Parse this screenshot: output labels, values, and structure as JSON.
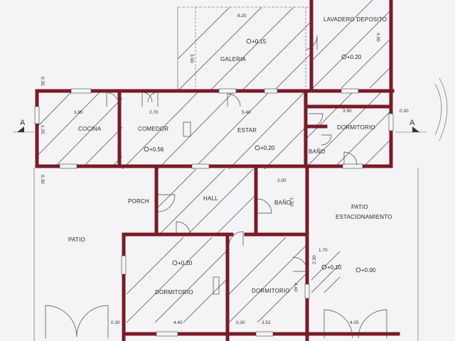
{
  "rooms": {
    "lavadero": "LAVADERO DEPOSITO",
    "galeria": "GALERIA",
    "cocina": "COCINA",
    "comedor": "COMEDOR",
    "estar": "ESTAR",
    "dormitorio_ne": "DORMITORIO",
    "bano_small": "BAÑO",
    "porch": "PORCH",
    "hall": "HALL",
    "bano_center": "BAÑO",
    "patio_est": "PATIO",
    "estacionamiento": "ESTACIONAMIENTO",
    "patio_left": "PATIO",
    "dormitorio_sw": "DORMITORIO",
    "dormitorio_s": "DORMITORIO"
  },
  "levels": {
    "galeria": "+0.15",
    "lavadero": "+0.20",
    "comedor": "+0.56",
    "estar": "+0.20",
    "dormitorio_sw": "+0.20",
    "patio_step": "+0.10",
    "patio_est": "+0.00"
  },
  "dimensions": {
    "galeria_w": "8.20",
    "galeria_h": "3.90",
    "lavadero_h": "4.90",
    "cocina_w": "3.85",
    "comedor_w": "2.70",
    "estar_w": "5.40",
    "dorm_ne_w": "3.90",
    "right_030": "0.30",
    "left_030_top": "0.30",
    "left_125": "1.25",
    "left_030_mid": "0.30",
    "bano_w": "2.00",
    "bano_h": "1.50",
    "bottom_030_a": "0.30",
    "bottom_440": "4.40",
    "bottom_030_b": "0.30",
    "bottom_352": "3.52",
    "bottom_405": "4.05",
    "step_170": "1.70",
    "step_230": "2.30",
    "dorm_s_h": "4.40"
  },
  "section_marks": {
    "left": "A",
    "right": "A"
  }
}
